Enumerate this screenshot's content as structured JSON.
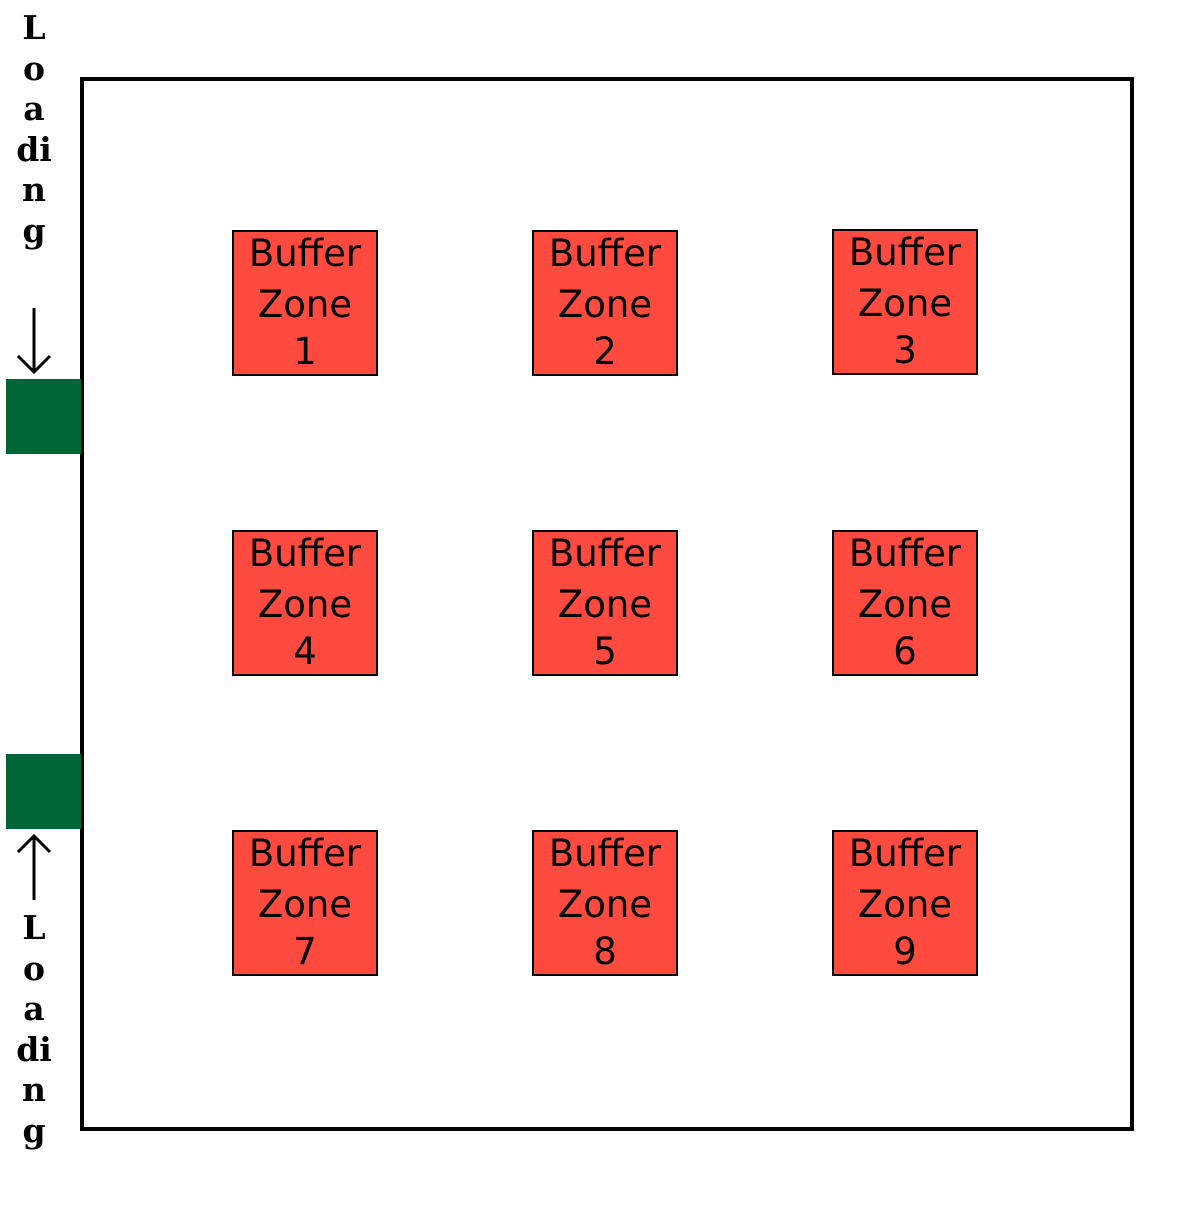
{
  "colors": {
    "zone_fill": "#ff4b3f",
    "dock_fill": "#006638",
    "outline": "#000000",
    "background": "#ffffff"
  },
  "loading_top": {
    "label": "Loading",
    "arrow": "down-arrow-icon"
  },
  "loading_bottom": {
    "label": "Loading",
    "arrow": "up-arrow-icon"
  },
  "zones": [
    {
      "line1": "Buffer",
      "line2": "Zone",
      "number": "1"
    },
    {
      "line1": "Buffer",
      "line2": "Zone",
      "number": "2"
    },
    {
      "line1": "Buffer",
      "line2": "Zone",
      "number": "3"
    },
    {
      "line1": "Buffer",
      "line2": "Zone",
      "number": "4"
    },
    {
      "line1": "Buffer",
      "line2": "Zone",
      "number": "5"
    },
    {
      "line1": "Buffer",
      "line2": "Zone",
      "number": "6"
    },
    {
      "line1": "Buffer",
      "line2": "Zone",
      "number": "7"
    },
    {
      "line1": "Buffer",
      "line2": "Zone",
      "number": "8"
    },
    {
      "line1": "Buffer",
      "line2": "Zone",
      "number": "9"
    }
  ]
}
